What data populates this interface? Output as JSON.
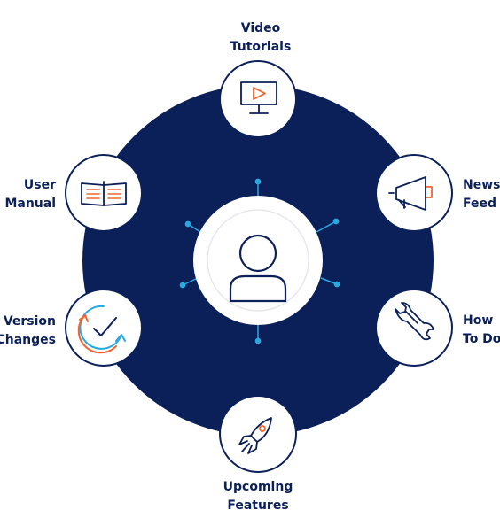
{
  "colors": {
    "hub": "#0b2058",
    "circle_stroke": "#0b2058",
    "accent_orange": "#f0652f",
    "accent_cyan": "#27a9e1",
    "connector_dot": "#27a9e1",
    "label_text": "#0b2058"
  },
  "center": {
    "icon": "user-avatar-icon"
  },
  "features": [
    {
      "id": "video-tutorials",
      "line1": "Video",
      "line2": "Tutorials",
      "icon": "monitor-play-icon"
    },
    {
      "id": "news-feed",
      "line1": "News",
      "line2": "Feed",
      "icon": "megaphone-icon"
    },
    {
      "id": "how-to-do",
      "line1": "How",
      "line2": "To Do",
      "icon": "wrench-icon"
    },
    {
      "id": "upcoming-features",
      "line1": "Upcoming",
      "line2": "Features",
      "icon": "rocket-icon"
    },
    {
      "id": "version-changes",
      "line1": "Version",
      "line2": "Changes",
      "icon": "refresh-check-icon"
    },
    {
      "id": "user-manual",
      "line1": "User",
      "line2": "Manual",
      "icon": "open-book-icon"
    }
  ]
}
